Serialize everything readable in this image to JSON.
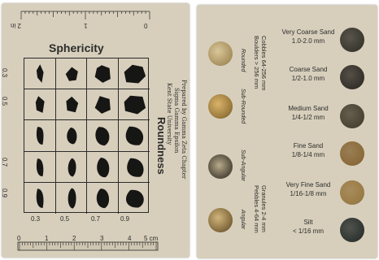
{
  "top_ruler": {
    "labels": [
      "2 in",
      "1",
      "0"
    ]
  },
  "sphericity_chart": {
    "title": "Sphericity",
    "axis_label": "Roundness",
    "row_labels": [
      "0.3",
      "0.5",
      "0.7",
      "0.9"
    ],
    "column_labels": [
      "0.3",
      "0.5",
      "0.7",
      "0.9"
    ]
  },
  "credit": {
    "line1": "Prepared by Gamma Zeta Chapter",
    "line2": "Sigma Gamma Epsilon",
    "line3": "Kent State University"
  },
  "bottom_ruler": {
    "labels": [
      "0",
      "1",
      "2",
      "3",
      "4",
      "5 cm"
    ]
  },
  "roundness_scale": {
    "labels": [
      "Angular",
      "Sub-Angular",
      "Sub-Rounded",
      "Rounded"
    ]
  },
  "size_notes": {
    "granules": "Granules 2-4 mm",
    "pebbles": "Pebbles 4-64 mm",
    "cobbles": "Cobbles 64-256 mm",
    "boulders": "Boulders > 256 mm"
  },
  "grain_sizes": [
    {
      "name": "Very Coarse Sand",
      "range": "1.0-2.0 mm",
      "color": "#3a3730"
    },
    {
      "name": "Coarse Sand",
      "range": "1/2-1.0 mm",
      "color": "#34302a"
    },
    {
      "name": "Medium Sand",
      "range": "1/4-1/2 mm",
      "color": "#4a4232"
    },
    {
      "name": "Fine Sand",
      "range": "1/8-1/4 mm",
      "color": "#8a6a3a"
    },
    {
      "name": "Very Fine Sand",
      "range": "1/16-1/8 mm",
      "color": "#9a7b45"
    },
    {
      "name": "Silt",
      "range": "< 1/16 mm",
      "color": "#2f3431"
    }
  ]
}
